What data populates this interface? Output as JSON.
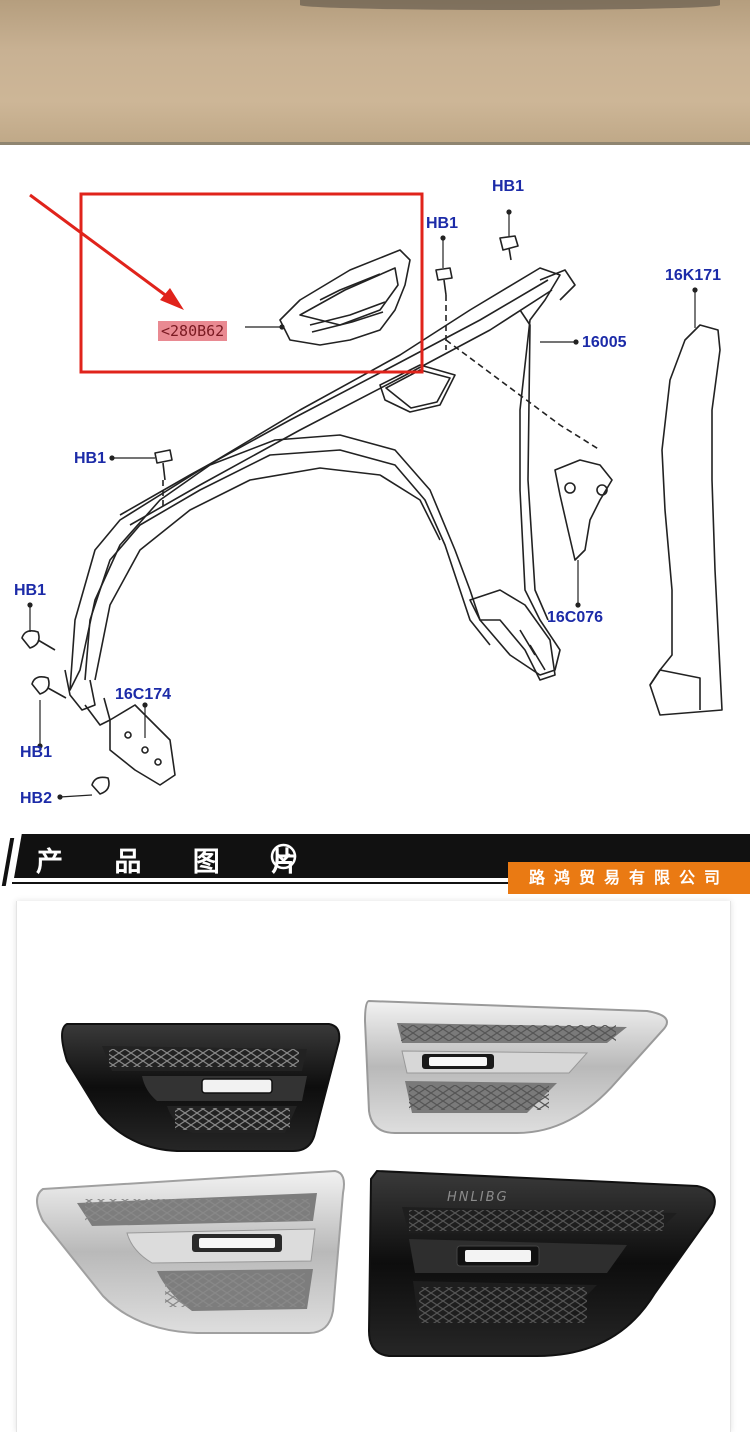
{
  "diagram": {
    "part_number": "<280B62",
    "callouts": {
      "hb1_top": "HB1",
      "hb1_mid": "HB1",
      "hb1_left_a": "HB1",
      "hb1_left_b": "HB1",
      "hb1_upper": "HB1",
      "hb2": "HB2",
      "p16005": "16005",
      "p16k171": "16K171",
      "p16c076": "16C076",
      "p16c174": "16C174"
    },
    "colors": {
      "outline": "#222222",
      "callout_text": "#1c2ba8",
      "highlight_box": "#e0231b",
      "part_tag_bg": "#e98a92"
    }
  },
  "banner": {
    "title": "产 品 图 片",
    "icon": "check-circle-icon",
    "company": "路鸿贸易有限公司",
    "colors": {
      "bar": "#111111",
      "company_bg": "#ea7a13"
    }
  },
  "product": {
    "brand": "HNLIBG",
    "variants": [
      "gloss-black-left",
      "silver-right",
      "silver-left",
      "gloss-black-right"
    ]
  }
}
